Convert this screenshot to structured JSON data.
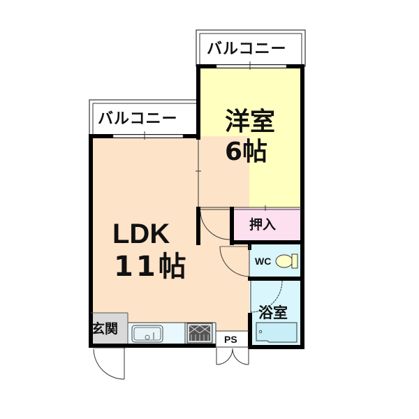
{
  "floorplan": {
    "rooms": {
      "western_room": {
        "name": "洋室",
        "size": "6帖",
        "color": "#ffffc0"
      },
      "ldk": {
        "name": "LDK",
        "size": "11帖",
        "color": "#fde3c8"
      },
      "closet": {
        "name": "押入",
        "color": "#fde0f0"
      },
      "wc": {
        "name": "WC",
        "color": "#d8f6fb"
      },
      "bathroom": {
        "name": "浴室",
        "color": "#d8f6fb"
      },
      "entrance": {
        "name": "玄関",
        "color": "#d9d9d9"
      },
      "pipe_space": {
        "name": "PS",
        "color": "#ffffff"
      }
    },
    "balconies": [
      {
        "name": "バルコニー",
        "position": "top-right"
      },
      {
        "name": "バルコニー",
        "position": "left"
      }
    ],
    "fixtures": [
      {
        "name": "kitchen-sink"
      },
      {
        "name": "gas-stove"
      },
      {
        "name": "toilet"
      },
      {
        "name": "bathtub"
      }
    ],
    "colors": {
      "wall": "#000000",
      "toilet": "#ffffc8",
      "bathtub": "#c8eef8"
    }
  }
}
